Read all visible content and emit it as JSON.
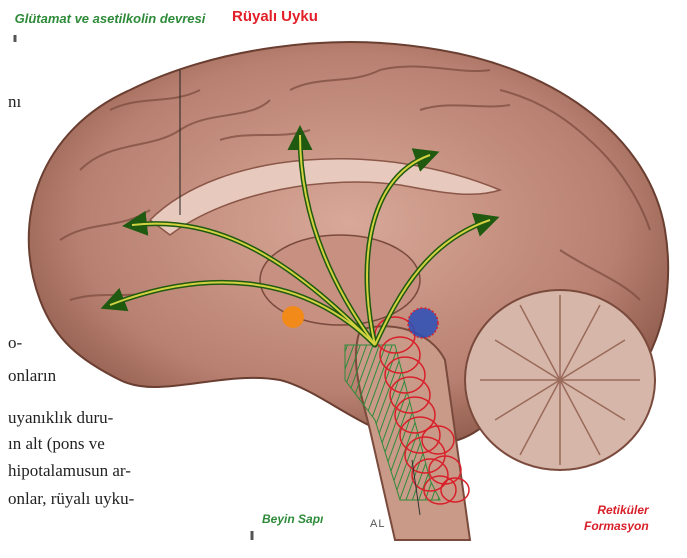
{
  "diagram": {
    "title": "Rüyalı Uyku",
    "top_label": "Glütamat ve asetilkolin devresi",
    "brainstem_label": "Beyin Sapı",
    "reticular_label_line1": "Retiküler",
    "reticular_label_line2": "Formasyon",
    "faded_text": "AL"
  },
  "background_text": {
    "line1": "nı",
    "line2": "o-",
    "line3": "onların",
    "line4": "uyanıklık duru-",
    "line5": "ın alt (pons ve",
    "line6": "hipotalamusun ar-",
    "line7": "onlar, rüyalı uyku-"
  },
  "colors": {
    "arrow_green": "#1f5a10",
    "arrow_highlight": "#f2e84a",
    "brainstem_hatch": "#2e8b3a",
    "reticular_red": "#d8202a",
    "blue_nucleus": "#2a4fb8",
    "orange_nucleus": "#f28a1a",
    "brain_pink": "#c08a7a",
    "brain_dark": "#7a4a3c"
  }
}
